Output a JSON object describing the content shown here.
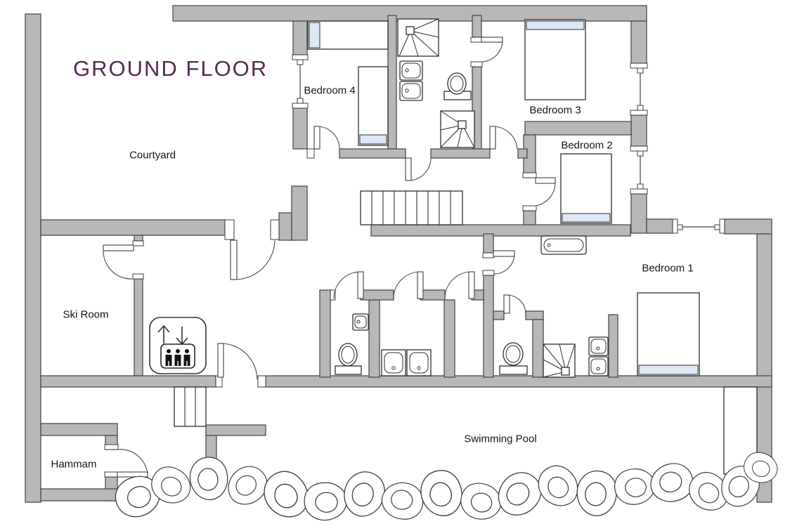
{
  "title": {
    "text": "GROUND FLOOR",
    "color": "#562a55"
  },
  "rooms": {
    "courtyard": {
      "label": "Courtyard"
    },
    "bedroom4": {
      "label": "Bedroom 4"
    },
    "bedroom3": {
      "label": "Bedroom 3"
    },
    "bedroom2": {
      "label": "Bedroom 2"
    },
    "bedroom1": {
      "label": "Bedroom 1"
    },
    "ski_room": {
      "label": "Ski Room"
    },
    "hammam": {
      "label": "Hammam"
    },
    "swimming_pool": {
      "label": "Swimming Pool"
    }
  },
  "palette": {
    "wall_fill": "#b8b8b8",
    "wall_stroke": "#4c4c4c",
    "line_color": "#2e2e2e",
    "pillow_fill": "#dde7f5",
    "title_color": "#562a55"
  },
  "icons": [
    "elevator-icon",
    "bed-icon",
    "shower-icon",
    "sink-icon",
    "toilet-icon",
    "bathtub-icon",
    "staircase-icon",
    "pool-steps-icon",
    "rocks-icon",
    "window-icon",
    "door-icon"
  ]
}
